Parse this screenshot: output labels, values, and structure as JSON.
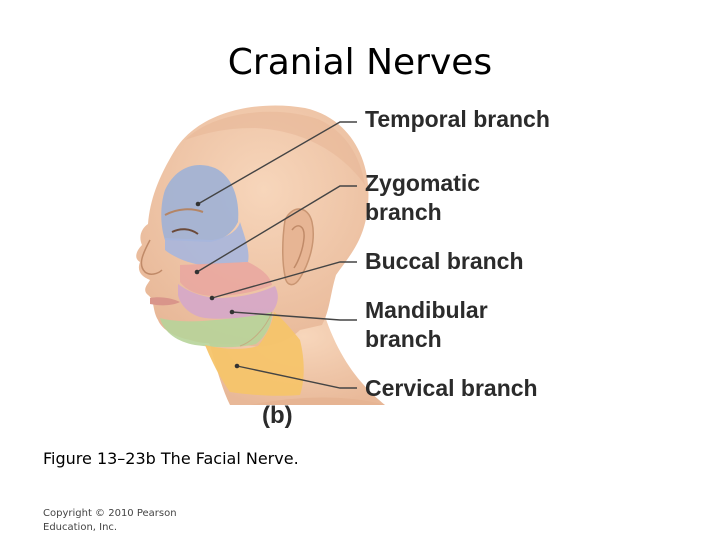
{
  "title": "Cranial Nerves",
  "labels": {
    "temporal": "Temporal branch",
    "zygomatic_line1": "Zygomatic",
    "zygomatic_line2": "branch",
    "buccal": "Buccal branch",
    "mandibular_line1": "Mandibular",
    "mandibular_line2": "branch",
    "cervical": "Cervical branch"
  },
  "panel_label": "(b)",
  "caption": "Figure 13–23b The Facial Nerve.",
  "copyright": {
    "line1": "Copyright © 2010 Pearson",
    "line2": "Education, Inc."
  },
  "colors": {
    "skin": "#f2c8a8",
    "temporal_zone": "#9fb1d6",
    "zygomatic_zone": "#a7b6dd",
    "buccal_zone": "#e9a7a0",
    "mandibular_zone": "#d5a7c9",
    "chin_zone": "#b7d49a",
    "cervical_zone": "#f5c46a",
    "leader_line": "#444444"
  }
}
